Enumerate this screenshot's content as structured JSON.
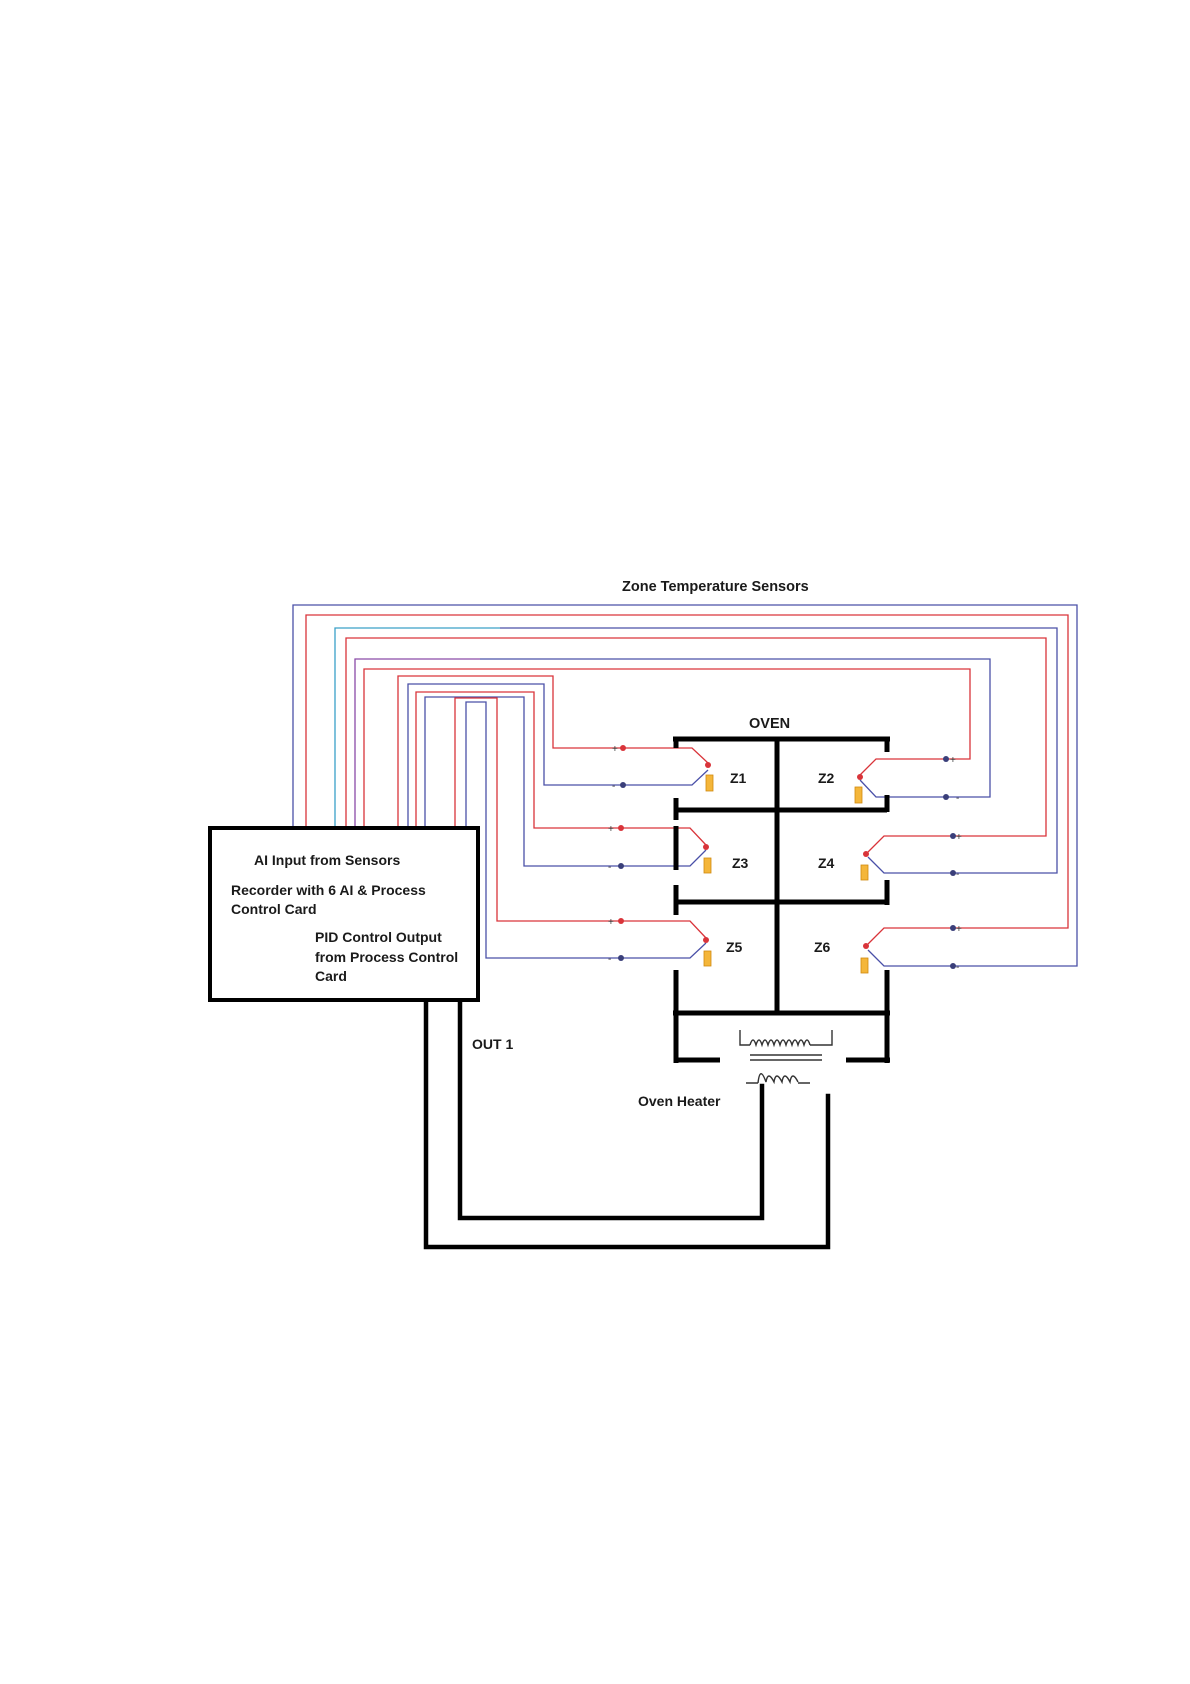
{
  "title": "Zone Temperature Sensors",
  "oven_label": "OVEN",
  "recorder": {
    "line1": "AI Input from Sensors",
    "line2": "Recorder with 6 AI & Process",
    "line3": "Control Card",
    "line4": "PID Control Output",
    "line5": "from Process Control",
    "line6": "Card"
  },
  "zones": [
    "Z1",
    "Z2",
    "Z3",
    "Z4",
    "Z5",
    "Z6"
  ],
  "output_label": "OUT 1",
  "heater_label": "Oven Heater",
  "plus": "+",
  "minus": "-",
  "colors": {
    "positive_wire": "#d9343a",
    "negative_wire": "#4a50a8",
    "sensor": "#f4b63a",
    "structure": "#000000"
  }
}
